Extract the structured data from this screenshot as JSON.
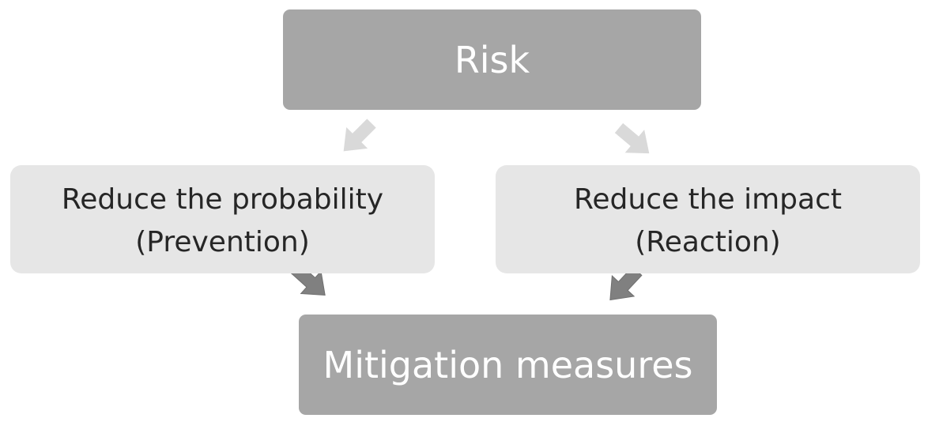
{
  "diagram": {
    "risk": {
      "label": "Risk"
    },
    "reduce_probability": {
      "line1": "Reduce  the probability",
      "line2": "(Prevention)"
    },
    "reduce_impact": {
      "line1": "Reduce  the impact",
      "line2": "(Reaction)"
    },
    "mitigation": {
      "label": "Mitigation measures"
    },
    "colors": {
      "dark_box": "#a6a6a6",
      "light_box": "#e6e6e6",
      "light_arrow": "#d9d9d9",
      "dark_arrow": "#808080",
      "dark_text": "#262626",
      "light_text": "#ffffff"
    },
    "connections": [
      {
        "from": "risk",
        "to": "reduce_probability",
        "shade": "light"
      },
      {
        "from": "risk",
        "to": "reduce_impact",
        "shade": "light"
      },
      {
        "from": "reduce_probability",
        "to": "mitigation",
        "shade": "dark"
      },
      {
        "from": "reduce_impact",
        "to": "mitigation",
        "shade": "dark"
      }
    ]
  }
}
